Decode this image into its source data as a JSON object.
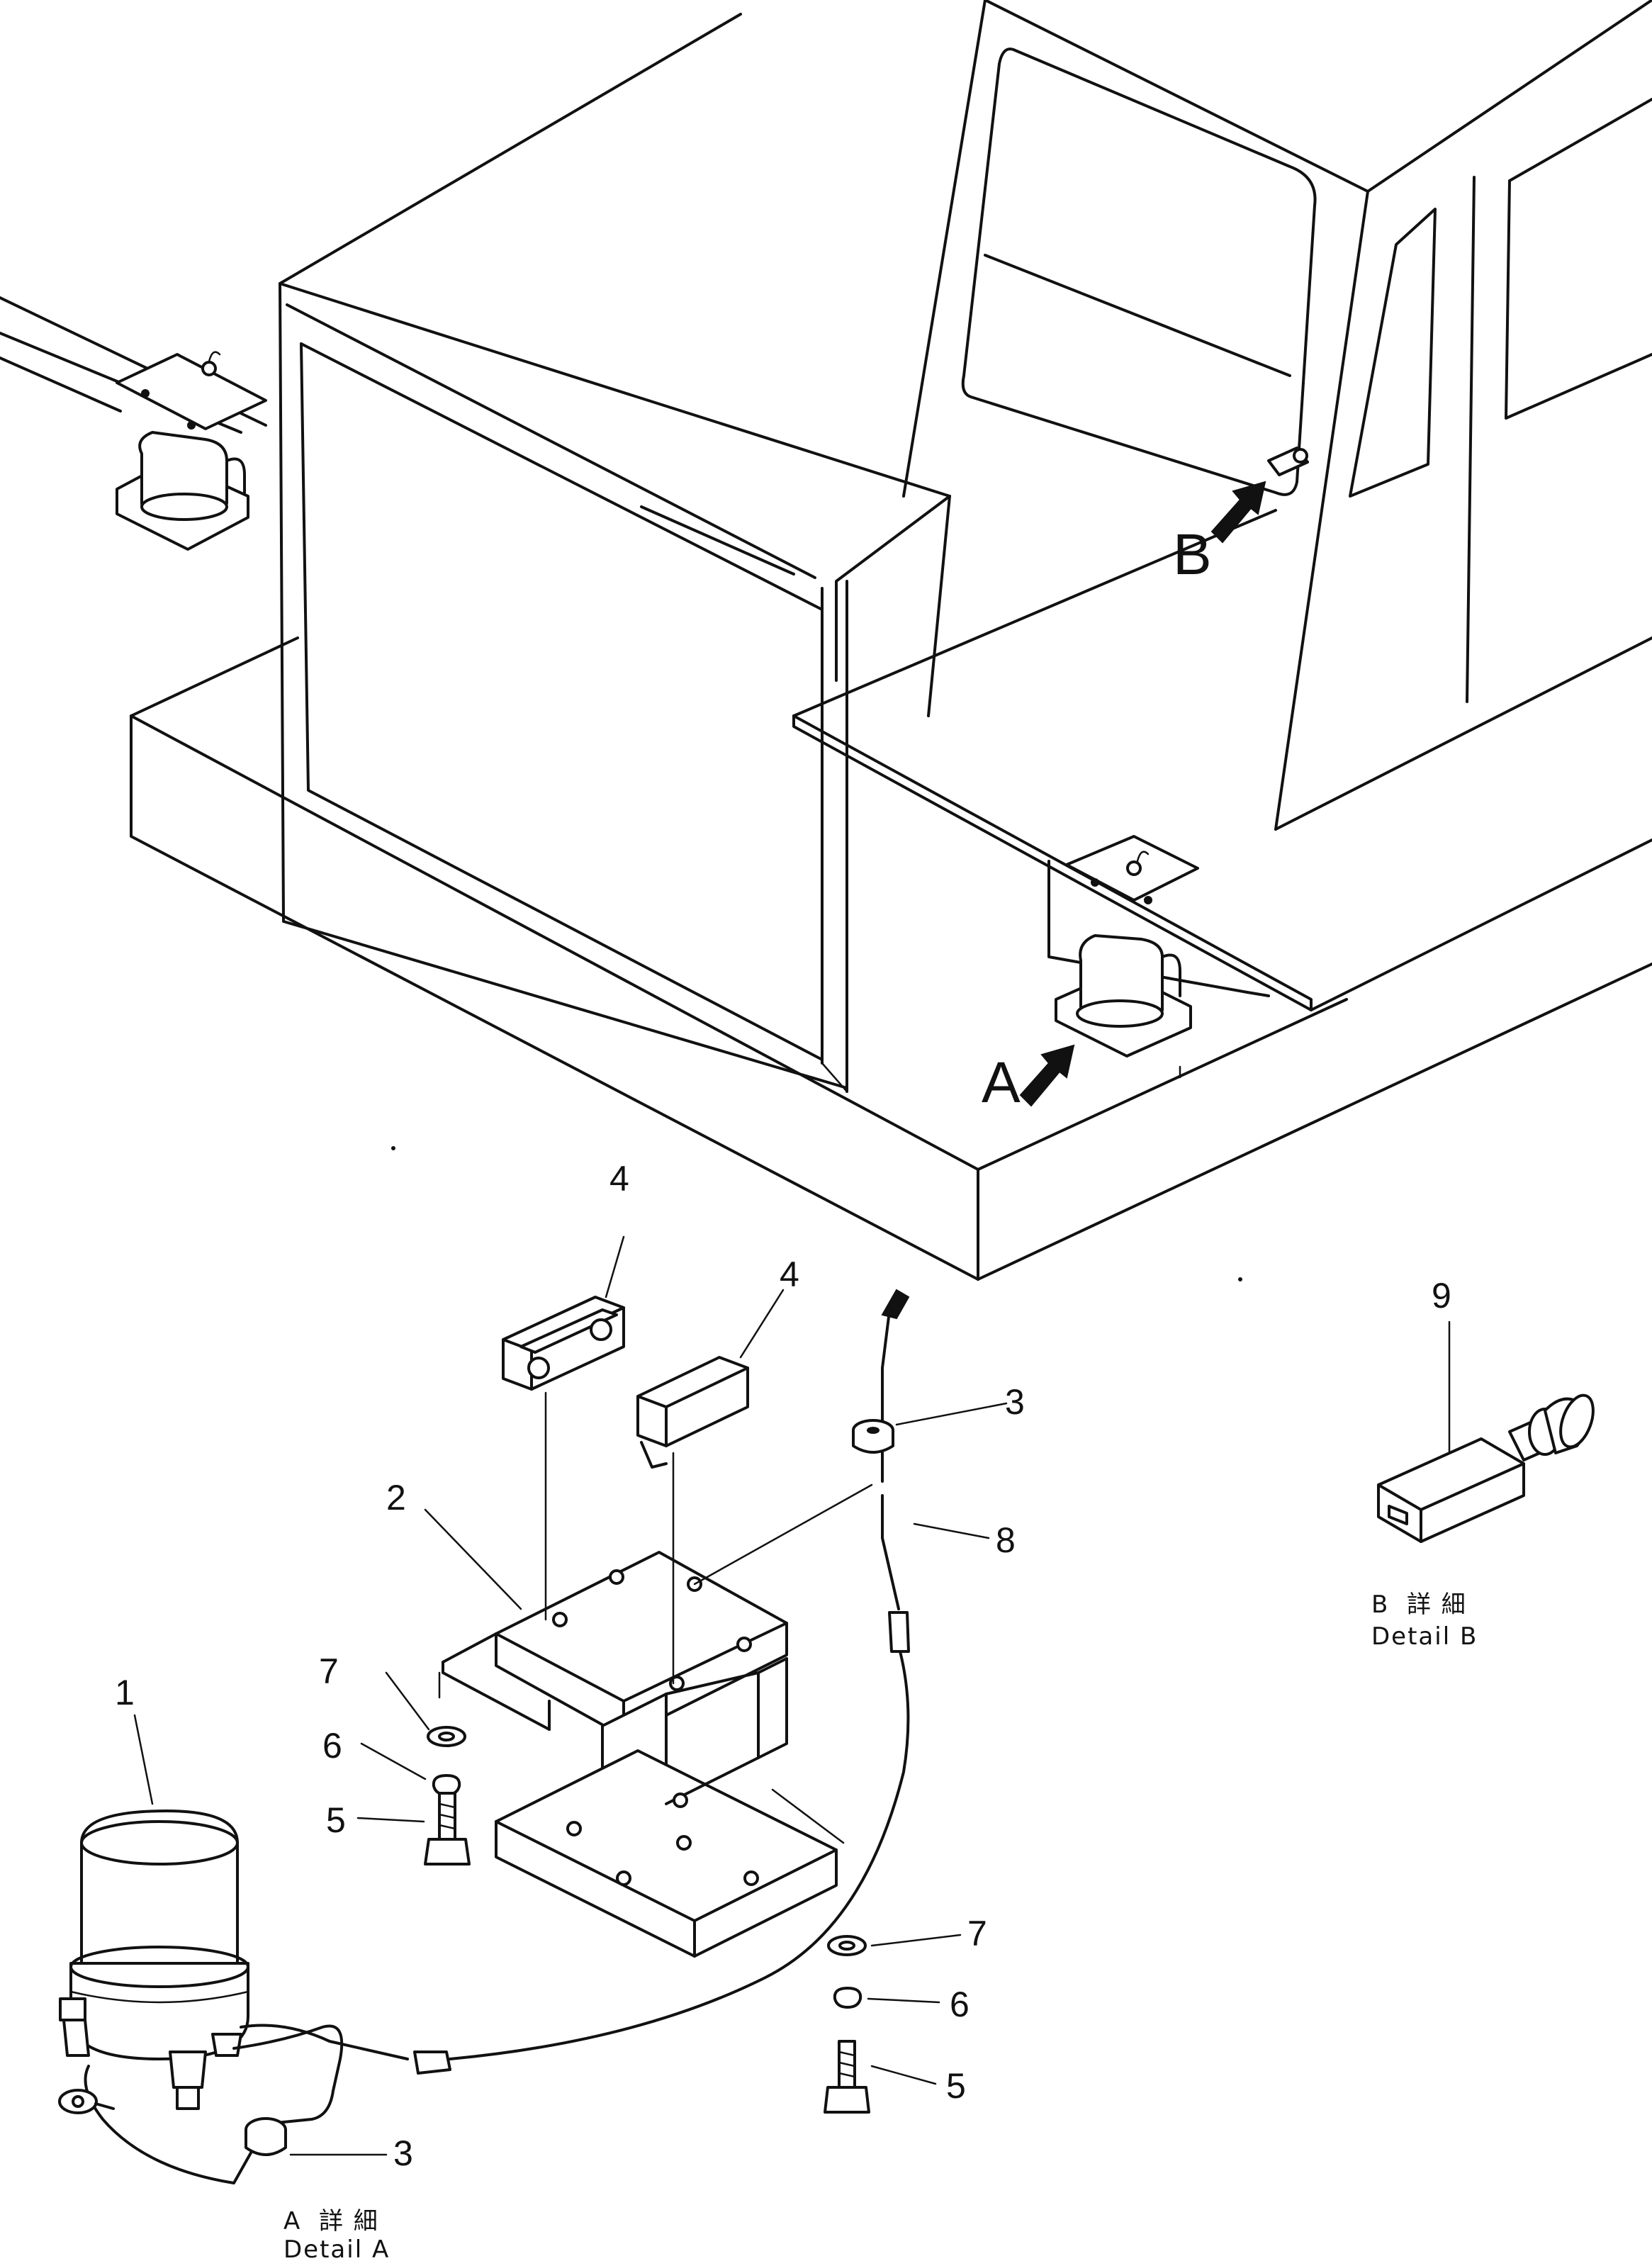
{
  "callouts": {
    "p1": "1",
    "p2": "2",
    "p3a": "3",
    "p3b": "3",
    "p4a": "4",
    "p4b": "4",
    "p5a": "5",
    "p5b": "5",
    "p6a": "6",
    "p6b": "6",
    "p7a": "7",
    "p7b": "7",
    "p8": "8",
    "p9": "9"
  },
  "view_markers": {
    "a": "A",
    "b": "B"
  },
  "detail_a": {
    "letter": "A",
    "jp": "詳 細",
    "en": "Detail  A"
  },
  "detail_b": {
    "letter": "B",
    "jp": "詳 細",
    "en": "Detail  B"
  },
  "icons": [
    "arrow-icon",
    "beacon-lamp-icon",
    "switch-icon",
    "bolt-icon",
    "washer-icon"
  ],
  "colors": {
    "ink": "#111111",
    "paper": "#ffffff"
  }
}
